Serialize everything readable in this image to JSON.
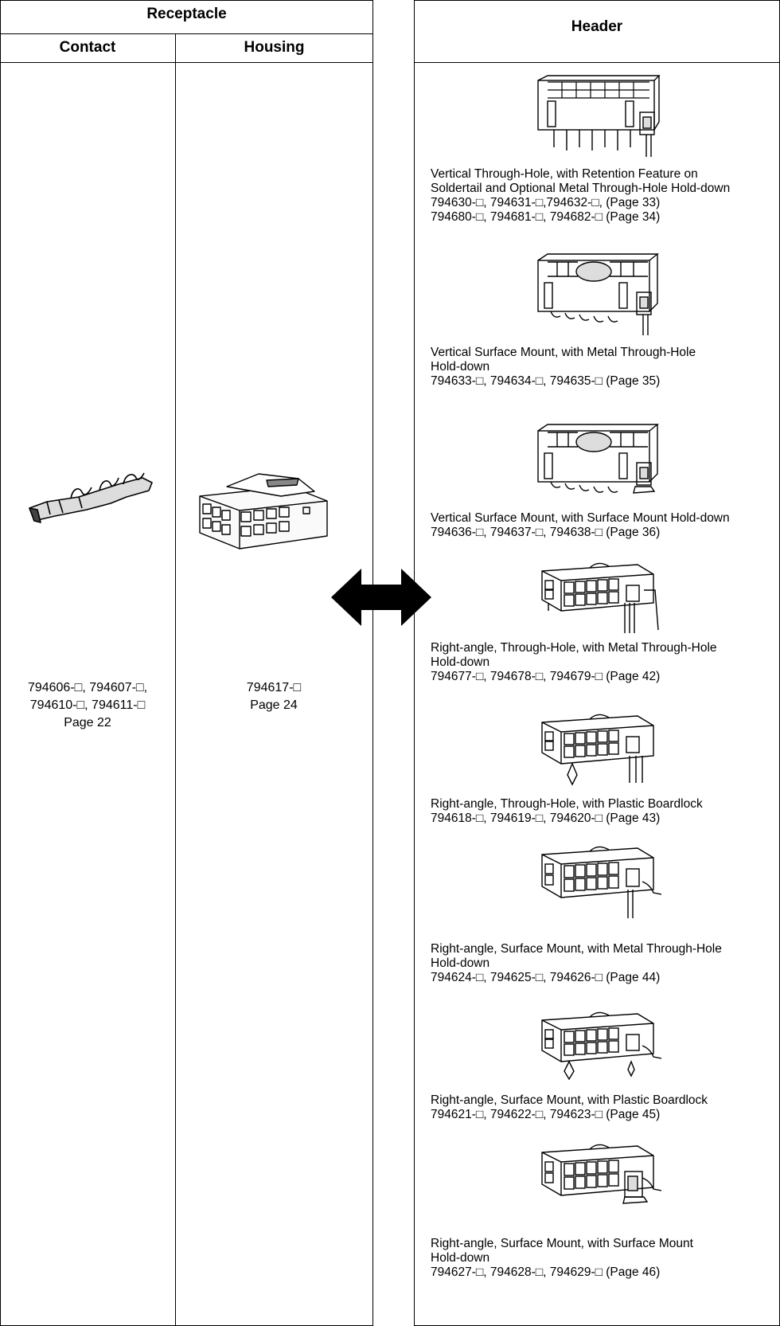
{
  "receptacle": {
    "title": "Receptacle",
    "contact": {
      "heading": "Contact",
      "lines": [
        "794606-□, 794607-□,",
        "794610-□, 794611-□",
        "Page 22"
      ],
      "image_icon": "crimp-contact-icon"
    },
    "housing": {
      "heading": "Housing",
      "lines": [
        "794617-□",
        "Page 24"
      ],
      "image_icon": "receptacle-housing-icon"
    }
  },
  "header": {
    "title": "Header",
    "items": [
      {
        "lines": [
          "Vertical Through-Hole, with Retention Feature on",
          "Soldertail and Optional Metal Through-Hole Hold-down",
          "794630-□, 794631-□,794632-□, (Page 33)",
          "794680-□, 794681-□, 794682-□ (Page 34)"
        ]
      },
      {
        "lines": [
          "Vertical Surface Mount, with Metal Through-Hole",
          "Hold-down",
          "794633-□, 794634-□, 794635-□ (Page 35)"
        ]
      },
      {
        "lines": [
          "Vertical Surface Mount, with Surface Mount Hold-down",
          "794636-□, 794637-□, 794638-□ (Page 36)"
        ]
      },
      {
        "lines": [
          "Right-angle, Through-Hole, with Metal Through-Hole",
          "Hold-down",
          "794677-□, 794678-□, 794679-□ (Page 42)"
        ]
      },
      {
        "lines": [
          "Right-angle, Through-Hole, with Plastic Boardlock",
          "794618-□, 794619-□, 794620-□ (Page 43)"
        ]
      },
      {
        "lines": [
          "Right-angle, Surface Mount, with Metal Through-Hole",
          "Hold-down",
          "794624-□, 794625-□, 794626-□ (Page 44)"
        ]
      },
      {
        "lines": [
          "Right-angle, Surface Mount, with Plastic Boardlock",
          "794621-□, 794622-□, 794623-□ (Page 45)"
        ]
      },
      {
        "lines": [
          "Right-angle, Surface Mount, with Surface Mount",
          "Hold-down",
          "794627-□, 794628-□, 794629-□ (Page 46)"
        ]
      }
    ]
  },
  "mating_arrow_icon": "double-arrow-icon"
}
